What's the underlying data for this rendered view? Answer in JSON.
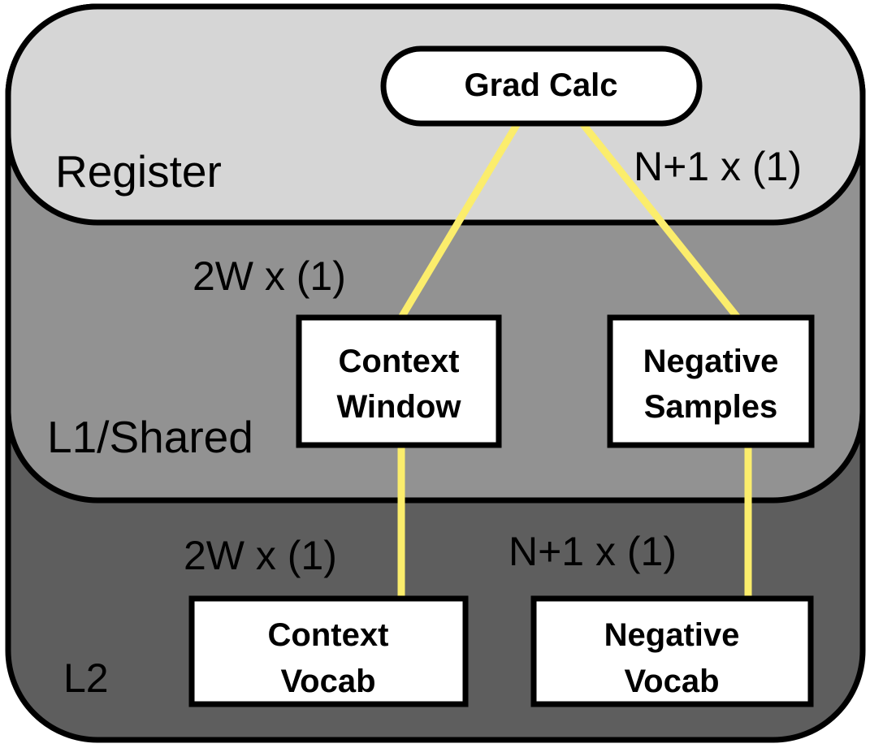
{
  "colors": {
    "l2_fill": "#5e5e5e",
    "l1_fill": "#929292",
    "register_fill": "#d6d6d6",
    "stroke": "#000000",
    "box_fill": "#ffffff",
    "connector": "#fbed6c"
  },
  "tiers": {
    "register": "Register",
    "l1": "L1/Shared",
    "l2": "L2"
  },
  "nodes": {
    "grad_calc": "Grad Calc",
    "context_window": {
      "line1": "Context",
      "line2": "Window"
    },
    "negative_samples": {
      "line1": "Negative",
      "line2": "Samples"
    },
    "context_vocab": {
      "line1": "Context",
      "line2": "Vocab"
    },
    "negative_vocab": {
      "line1": "Negative",
      "line2": "Vocab"
    }
  },
  "edge_labels": {
    "grad_to_context": "2W x (1)",
    "grad_to_negative": "N+1 x (1)",
    "context_to_vocab": "2W x (1)",
    "negative_to_vocab": "N+1 x (1)"
  }
}
